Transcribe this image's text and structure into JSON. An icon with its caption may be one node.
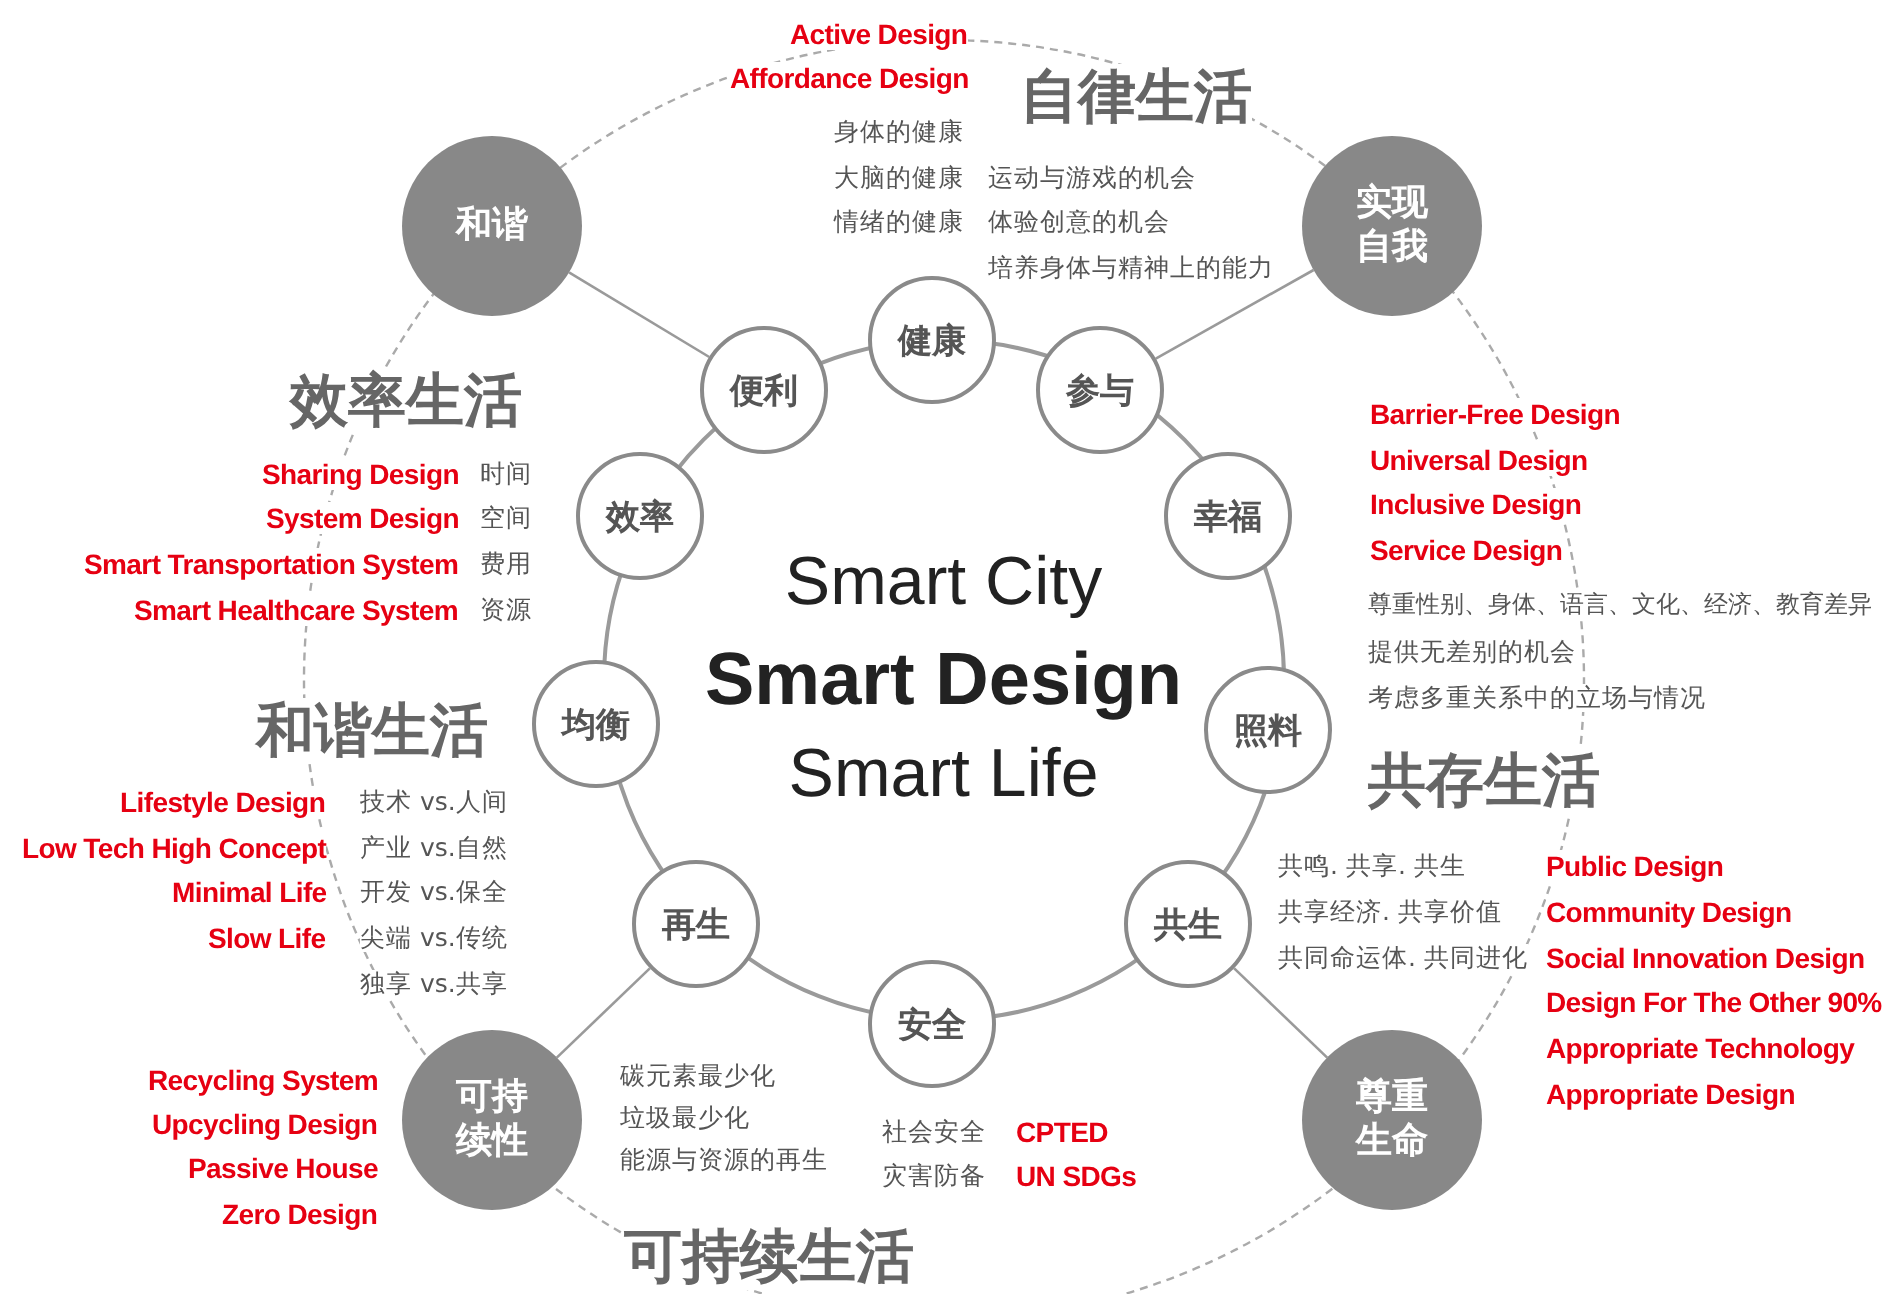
{
  "diagram": {
    "nodes": [
      {
        "text": [
          "和谐"
        ]
      },
      {
        "text": [
          "实现自我"
        ]
      },
      {
        "text": [
          "Smart City",
          "Smart Design",
          "Smart Life"
        ]
      },
      {
        "text": [
          "健康"
        ]
      },
      {
        "text": [
          "参与"
        ]
      },
      {
        "text": [
          "幸福"
        ]
      },
      {
        "text": [
          "照料"
        ]
      },
      {
        "text": [
          "共生"
        ]
      },
      {
        "text": [
          "安全"
        ]
      },
      {
        "text": [
          "再生"
        ]
      },
      {
        "text": [
          "均衡"
        ]
      },
      {
        "text": [
          "效率"
        ]
      },
      {
        "text": [
          "便利"
        ]
      },
      {
        "text": [
          "可持续性"
        ]
      },
      {
        "text": [
          "尊重生命"
        ]
      }
    ],
    "edges": [
      {
        "from": 0,
        "to": 12,
        "arrow": "none"
      },
      {
        "from": 1,
        "to": 4,
        "arrow": "none"
      },
      {
        "from": 13,
        "to": 9,
        "arrow": "none"
      },
      {
        "from": 14,
        "to": 7,
        "arrow": "none"
      }
    ],
    "labels": [
      "Active Design",
      "Affordance Design",
      "自律生活",
      "身体的健康",
      "大脑的健康",
      "运动与游戏的机会",
      "情绪的健康",
      "体验创意的机会",
      "培养身体与精神上的能力",
      "效率生活",
      "Sharing Design",
      "时间",
      "System Design",
      "空间",
      "Smart Transportation System",
      "费用",
      "Smart Healthcare System",
      "资源",
      "Barrier-Free Design",
      "Universal Design",
      "Inclusive Design",
      "Service Design",
      "尊重性别、身体、语言、文化、经济、教育差异",
      "提供无差别的机会",
      "考虑多重关系中的立场与情况",
      "和谐生活",
      "共存生活",
      "Lifestyle Design",
      "技术 vs.人间",
      "Low Tech High Concept",
      "产业 vs.自然",
      "Minimal Life",
      "开发 vs.保全",
      "Slow Life",
      "尖端 vs.传统",
      "独享 vs.共享",
      "共鸣. 共享. 共生",
      "Public Design",
      "共享经济. 共享价值",
      "Community Design",
      "共同命运体. 共同进化",
      "Social Innovation Design",
      "Design For The Other 90%",
      "Appropriate Technology",
      "Recycling System",
      "碳元素最少化",
      "Appropriate Design",
      "Upcycling Design",
      "垃圾最少化",
      "社会安全",
      "CPTED",
      "Passive House",
      "能源与资源的再生",
      "灾害防备",
      "UN SDGs",
      "Zero Design",
      "可持续生活"
    ]
  }
}
